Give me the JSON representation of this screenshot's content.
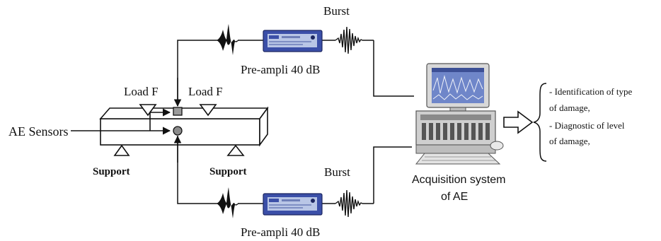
{
  "labels": {
    "sensors": "AE Sensors",
    "load_left": "Load F",
    "load_right": "Load F",
    "support_left": "Support",
    "support_right": "Support",
    "burst_top": "Burst",
    "burst_bottom": "Burst",
    "preamp_top": "Pre-ampli 40 dB",
    "preamp_bottom": "Pre-ampli 40 dB",
    "acq_line1": "Acquisition system",
    "acq_line2": "of AE"
  },
  "outputs": {
    "lines": [
      "-  Identification of type",
      "of damage,",
      "-  Diagnostic of level",
      "of damage,"
    ]
  },
  "colors": {
    "line": "#111111",
    "preamp_body": "#3b4fa8",
    "preamp_panel": "#b9c6e6",
    "computer_body": "#d8d8d8",
    "screen": "#6f86c9"
  }
}
